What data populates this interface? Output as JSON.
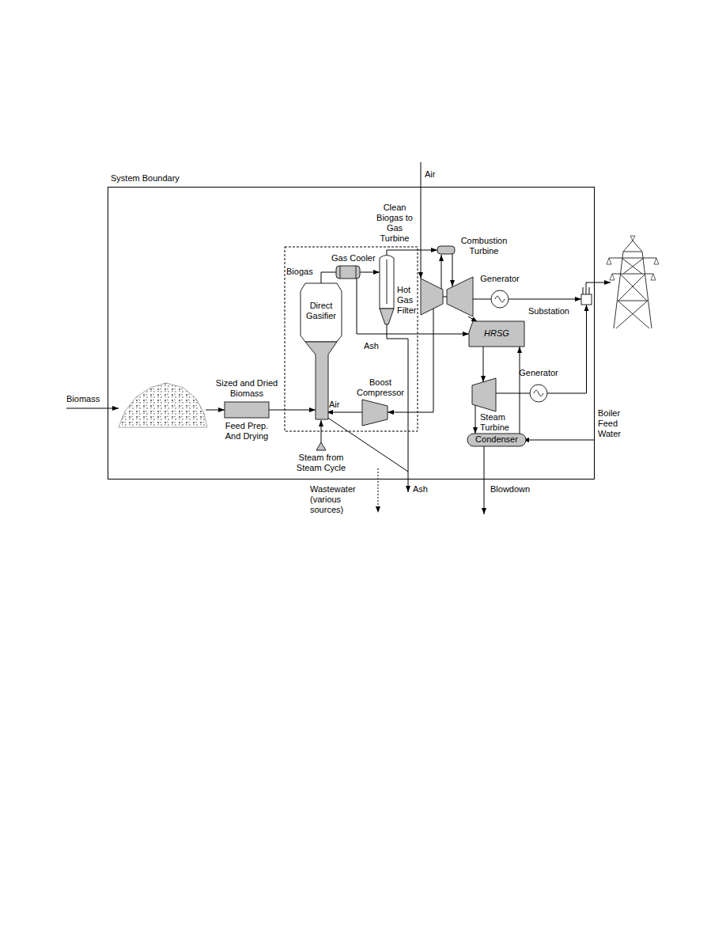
{
  "diagram": {
    "nodes": [
      {
        "text": [
          "System Boundary"
        ]
      },
      {
        "text": [
          "Sized and Dried Biomass",
          "Feed Prep. And Drying"
        ],
        "in": 0
      },
      {
        "text": [
          "Direct Gasifier"
        ],
        "in": 0
      },
      {
        "text": [
          "Gas Cooler"
        ],
        "in": 0
      },
      {
        "text": [
          "Hot Gas Filter"
        ],
        "in": 0
      },
      {
        "text": [
          "Combustion Turbine"
        ],
        "in": 0
      },
      {
        "text": [
          "Generator"
        ],
        "in": 0
      },
      {
        "text": [
          "Substation"
        ],
        "in": 0
      },
      {
        "text": [
          "Boost Compressor"
        ],
        "in": 0
      },
      {
        "text": [
          "HRSG"
        ],
        "in": 0
      },
      {
        "text": [
          "Steam Turbine"
        ],
        "in": 0
      },
      {
        "text": [
          "Generator"
        ],
        "in": 0
      },
      {
        "text": [
          "Condenser"
        ],
        "in": 0
      }
    ],
    "edges": [
      {
        "from": 1,
        "to": 2,
        "arrow": "to"
      },
      {
        "from": 2,
        "to": 3,
        "arrow": "none",
        "label": "Biogas"
      },
      {
        "from": 3,
        "to": 4,
        "arrow": "to"
      },
      {
        "from": 4,
        "to": 5,
        "arrow": "to",
        "label": "Clean Biogas to Gas Turbine"
      },
      {
        "from": 3,
        "to": 9,
        "arrow": "to"
      },
      {
        "from": 8,
        "to": 2,
        "arrow": "to",
        "label": "Air"
      },
      {
        "from": 6,
        "to": 7,
        "arrow": "to"
      },
      {
        "from": 9,
        "to": 10,
        "arrow": "to"
      },
      {
        "from": 10,
        "to": 11,
        "arrow": "none"
      },
      {
        "from": 11,
        "to": 7,
        "arrow": "to"
      },
      {
        "from": 10,
        "to": 12,
        "arrow": "to"
      },
      {
        "from": 12,
        "to": 9,
        "arrow": "to"
      }
    ],
    "labels": [
      "Biomass",
      "Air",
      "Ash",
      "Steam from Steam Cycle",
      "Wastewater (various sources)",
      "Ash",
      "Blowdown",
      "Boiler Feed Water"
    ]
  }
}
